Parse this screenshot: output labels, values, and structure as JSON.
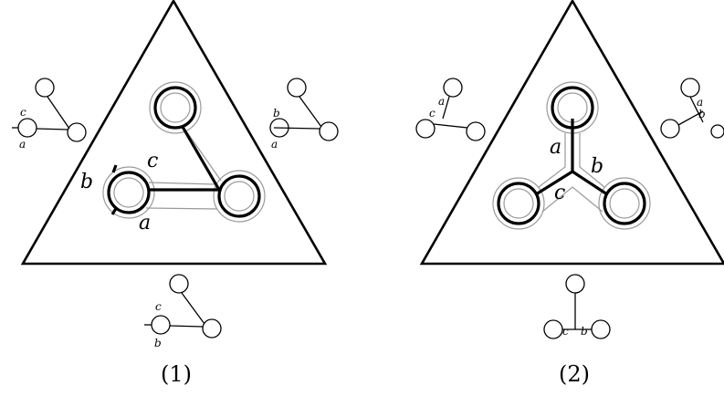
{
  "figure": {
    "panels": [
      {
        "caption": "(1)",
        "inner_labels": {
          "a": "a",
          "b": "b",
          "c": "c"
        },
        "corner_labels": {
          "left": [
            "c",
            "a"
          ],
          "right": [
            "b",
            "a"
          ],
          "bottom": [
            "c",
            "b"
          ]
        }
      },
      {
        "caption": "(2)",
        "inner_labels": {
          "a": "a",
          "b": "b",
          "c": "c"
        },
        "corner_labels": {
          "left": [
            "a",
            "c"
          ],
          "right": [
            "a",
            "b"
          ],
          "bottom": [
            "c",
            "b"
          ]
        }
      }
    ]
  }
}
